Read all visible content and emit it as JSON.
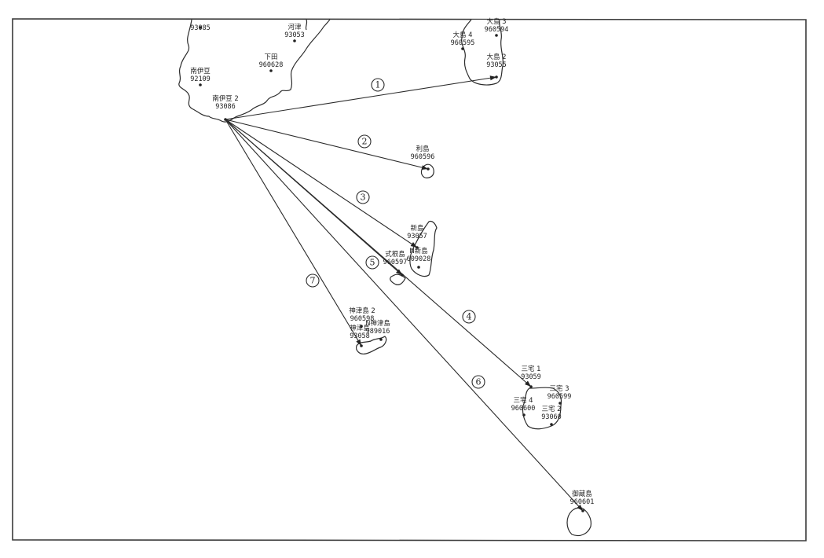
{
  "map": {
    "title": "",
    "origin_station": "minami-izu-2",
    "stations": [
      {
        "key": "st-93085",
        "name": "",
        "id": "93085"
      },
      {
        "key": "kawazu",
        "name": "河津",
        "id": "93053"
      },
      {
        "key": "shimoda",
        "name": "下田",
        "id": "960628"
      },
      {
        "key": "minami-izu",
        "name": "南伊豆",
        "id": "92109"
      },
      {
        "key": "minami-izu-2",
        "name": "南伊豆 2",
        "id": "93086"
      },
      {
        "key": "oshima-3",
        "name": "大島 3",
        "id": "960594"
      },
      {
        "key": "oshima-4",
        "name": "大島 4",
        "id": "960595"
      },
      {
        "key": "oshima-2",
        "name": "大島 2",
        "id": "93055"
      },
      {
        "key": "toshima",
        "name": "利島",
        "id": "960596"
      },
      {
        "key": "niijima",
        "name": "新島",
        "id": "93057"
      },
      {
        "key": "n-niijima",
        "name": "N新島",
        "id": "609028"
      },
      {
        "key": "shikinejima",
        "name": "式根島",
        "id": "960597"
      },
      {
        "key": "kozushima-2",
        "name": "神津島 2",
        "id": "960598"
      },
      {
        "key": "kozushima",
        "name": "神津島",
        "id": "93058"
      },
      {
        "key": "n-kozushima",
        "name": "N神津島",
        "id": "989016"
      },
      {
        "key": "miyake-1",
        "name": "三宅 1",
        "id": "93059"
      },
      {
        "key": "miyake-3",
        "name": "三宅 3",
        "id": "960599"
      },
      {
        "key": "miyake-4",
        "name": "三宅 4",
        "id": "960600"
      },
      {
        "key": "miyake-2",
        "name": "三宅 2",
        "id": "93060"
      },
      {
        "key": "mikurajima",
        "name": "御蔵島",
        "id": "960601"
      }
    ],
    "routes": [
      {
        "number": "1",
        "from": "minami-izu-2",
        "to": "oshima-2"
      },
      {
        "number": "2",
        "from": "minami-izu-2",
        "to": "toshima"
      },
      {
        "number": "3",
        "from": "minami-izu-2",
        "to": "niijima"
      },
      {
        "number": "4",
        "from": "minami-izu-2",
        "to": "miyake-1"
      },
      {
        "number": "5",
        "from": "minami-izu-2",
        "to": "shikinejima"
      },
      {
        "number": "6",
        "from": "minami-izu-2",
        "to": "mikurajima"
      },
      {
        "number": "7",
        "from": "minami-izu-2",
        "to": "kozushima"
      }
    ]
  }
}
